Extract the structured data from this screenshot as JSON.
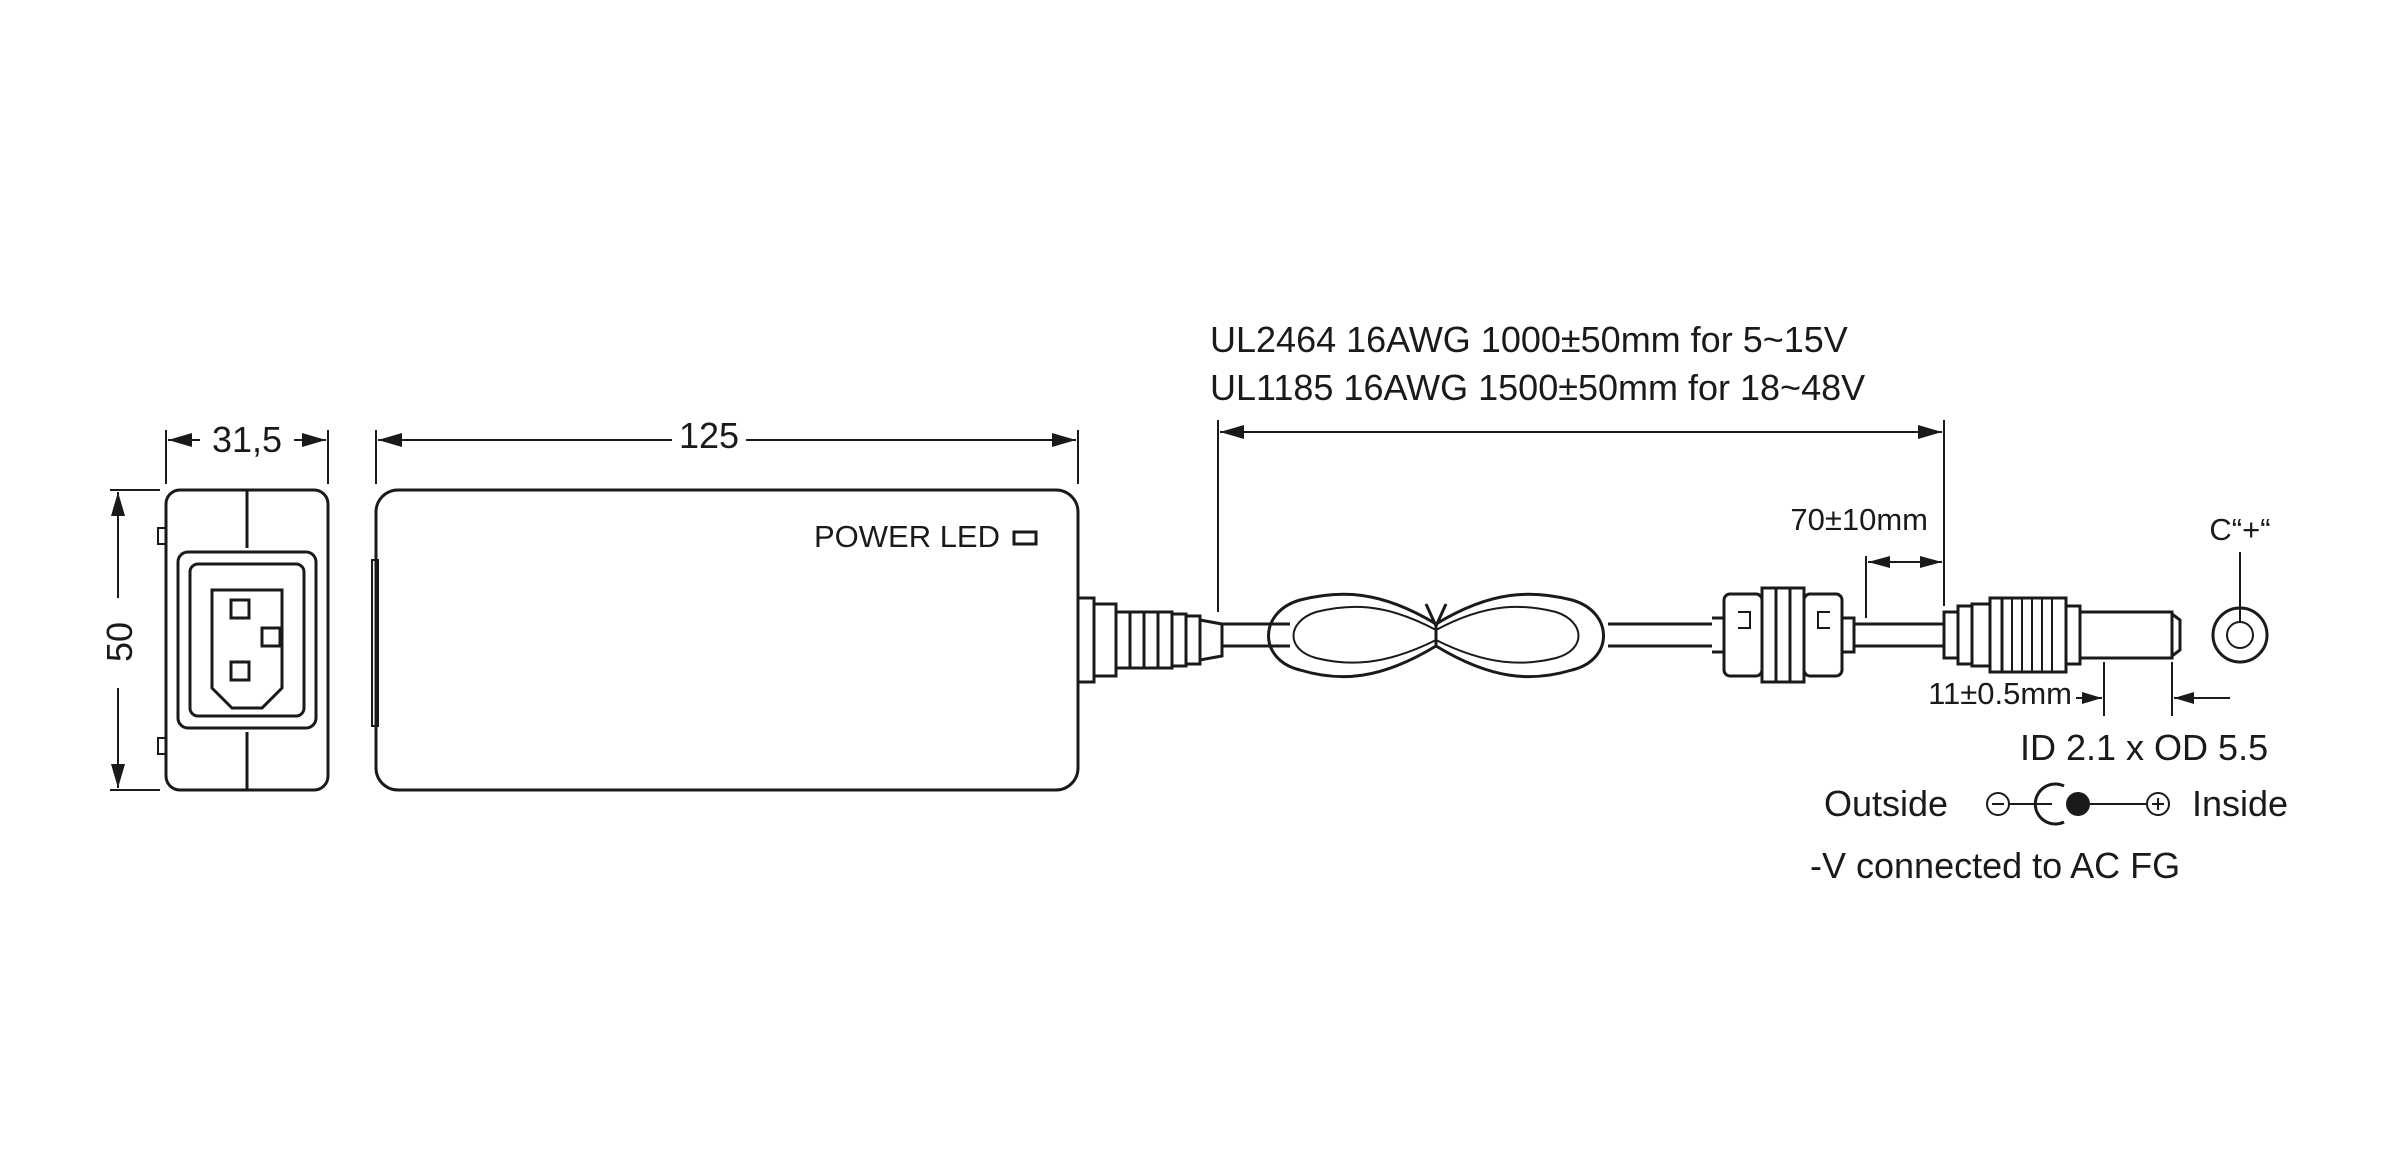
{
  "side_view": {
    "width_dim": "31,5",
    "height_dim": "50"
  },
  "top_view": {
    "length_dim": "125",
    "led_label": "POWER LED"
  },
  "cable": {
    "spec_line_1": "UL2464 16AWG 1000±50mm for 5~15V",
    "spec_line_2": "UL1185 16AWG 1500±50mm for 18~48V",
    "strain_relief_dim": "70±10mm",
    "plug_dim": "11±0.5mm"
  },
  "dc_plug": {
    "center_label": "C“+“",
    "size_label": "ID 2.1 x OD 5.5",
    "polarity_outside": "Outside",
    "polarity_inside": "Inside",
    "note": "-V connected to AC FG"
  }
}
